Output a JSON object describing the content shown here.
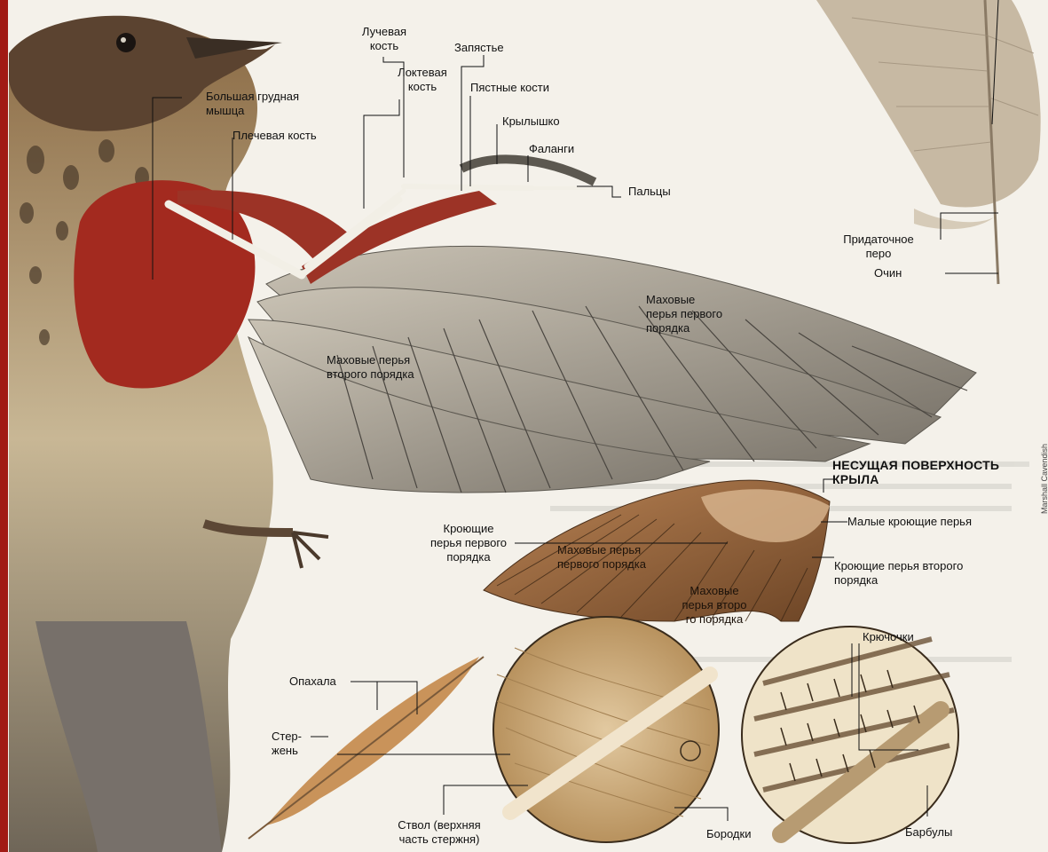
{
  "labels": {
    "radius": "Лучевая\nкость",
    "wrist": "Запястье",
    "ulna": "Локтевая\nкость",
    "metacarpals": "Пястные кости",
    "pectoral": "Большая грудная\nмышца",
    "alula": "Крылышко",
    "humerus": "Плечевая кость",
    "phalanges": "Фаланги",
    "digits": "Пальцы",
    "primaries": "Маховые\nперья первого\nпорядка",
    "secondaries": "Маховые перья\nвторого порядка",
    "afterfeather": "Придаточное\nперо",
    "calamus": "Очин",
    "surface_title": "НЕСУЩАЯ ПОВЕРХНОСТЬ\nКРЫЛА",
    "lesser_coverts": "Малые кроющие перья",
    "primary_coverts": "Кроющие\nперья первого\nпорядка",
    "secondary_coverts": "Кроющие перья второго\nпорядка",
    "primaries_small": "Маховые перья\nпервого порядка",
    "secondaries_small": "Маховые\nперья второ\nго порядка",
    "hooklets": "Крючочки",
    "vanes": "Опахала",
    "shaft": "Стер-\nжень",
    "rachis": "Ствол (верхняя\nчасть стержня)",
    "barbs": "Бородки",
    "barbules": "Барбулы"
  },
  "credit": "Marshall Cavendish",
  "colors": {
    "edge": "#a11a14",
    "muscle": "#a32a1f",
    "feather": "#8f877b",
    "brown": "#8a5a34"
  }
}
